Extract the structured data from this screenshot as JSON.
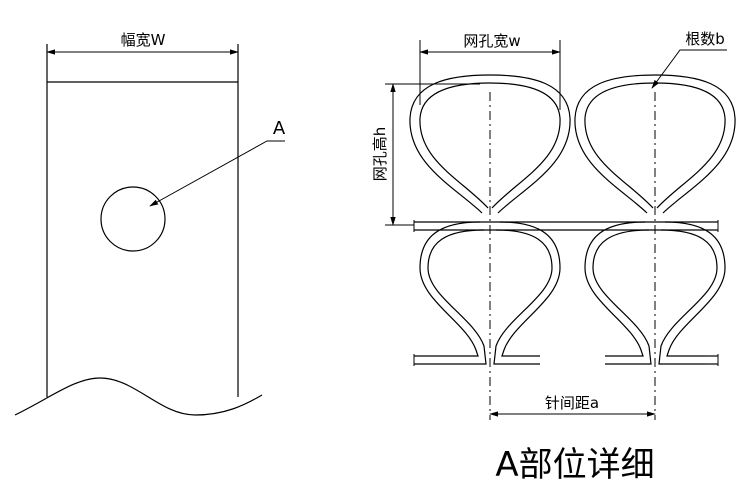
{
  "labels": {
    "width_W": "幅宽W",
    "callout_A": "A",
    "mesh_width_w": "网孔宽w",
    "strand_count_b": "根数b",
    "mesh_height_h": "网孔高h",
    "needle_pitch_a": "针间距a",
    "detail_title": "A部位详细"
  }
}
